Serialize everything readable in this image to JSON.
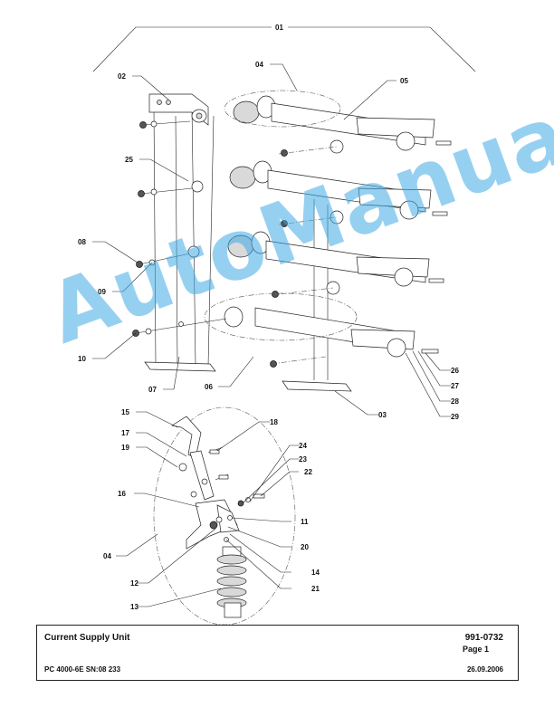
{
  "callouts": {
    "c01": "01",
    "c02": "02",
    "c03": "03",
    "c04a": "04",
    "c04b": "04",
    "c05": "05",
    "c06": "06",
    "c07": "07",
    "c08": "08",
    "c09": "09",
    "c10": "10",
    "c11": "11",
    "c12": "12",
    "c13": "13",
    "c14": "14",
    "c15": "15",
    "c16": "16",
    "c17": "17",
    "c18": "18",
    "c19": "19",
    "c20": "20",
    "c21": "21",
    "c22": "22",
    "c23": "23",
    "c24": "24",
    "c25": "25",
    "c26": "26",
    "c27": "27",
    "c28": "28",
    "c29": "29"
  },
  "watermark": "AutoManual",
  "title_block": {
    "title": "Current Supply Unit",
    "code": "991-0732",
    "page": "Page 1",
    "model": "PC 4000-6E SN:08 233",
    "date": "26.09.2006"
  }
}
